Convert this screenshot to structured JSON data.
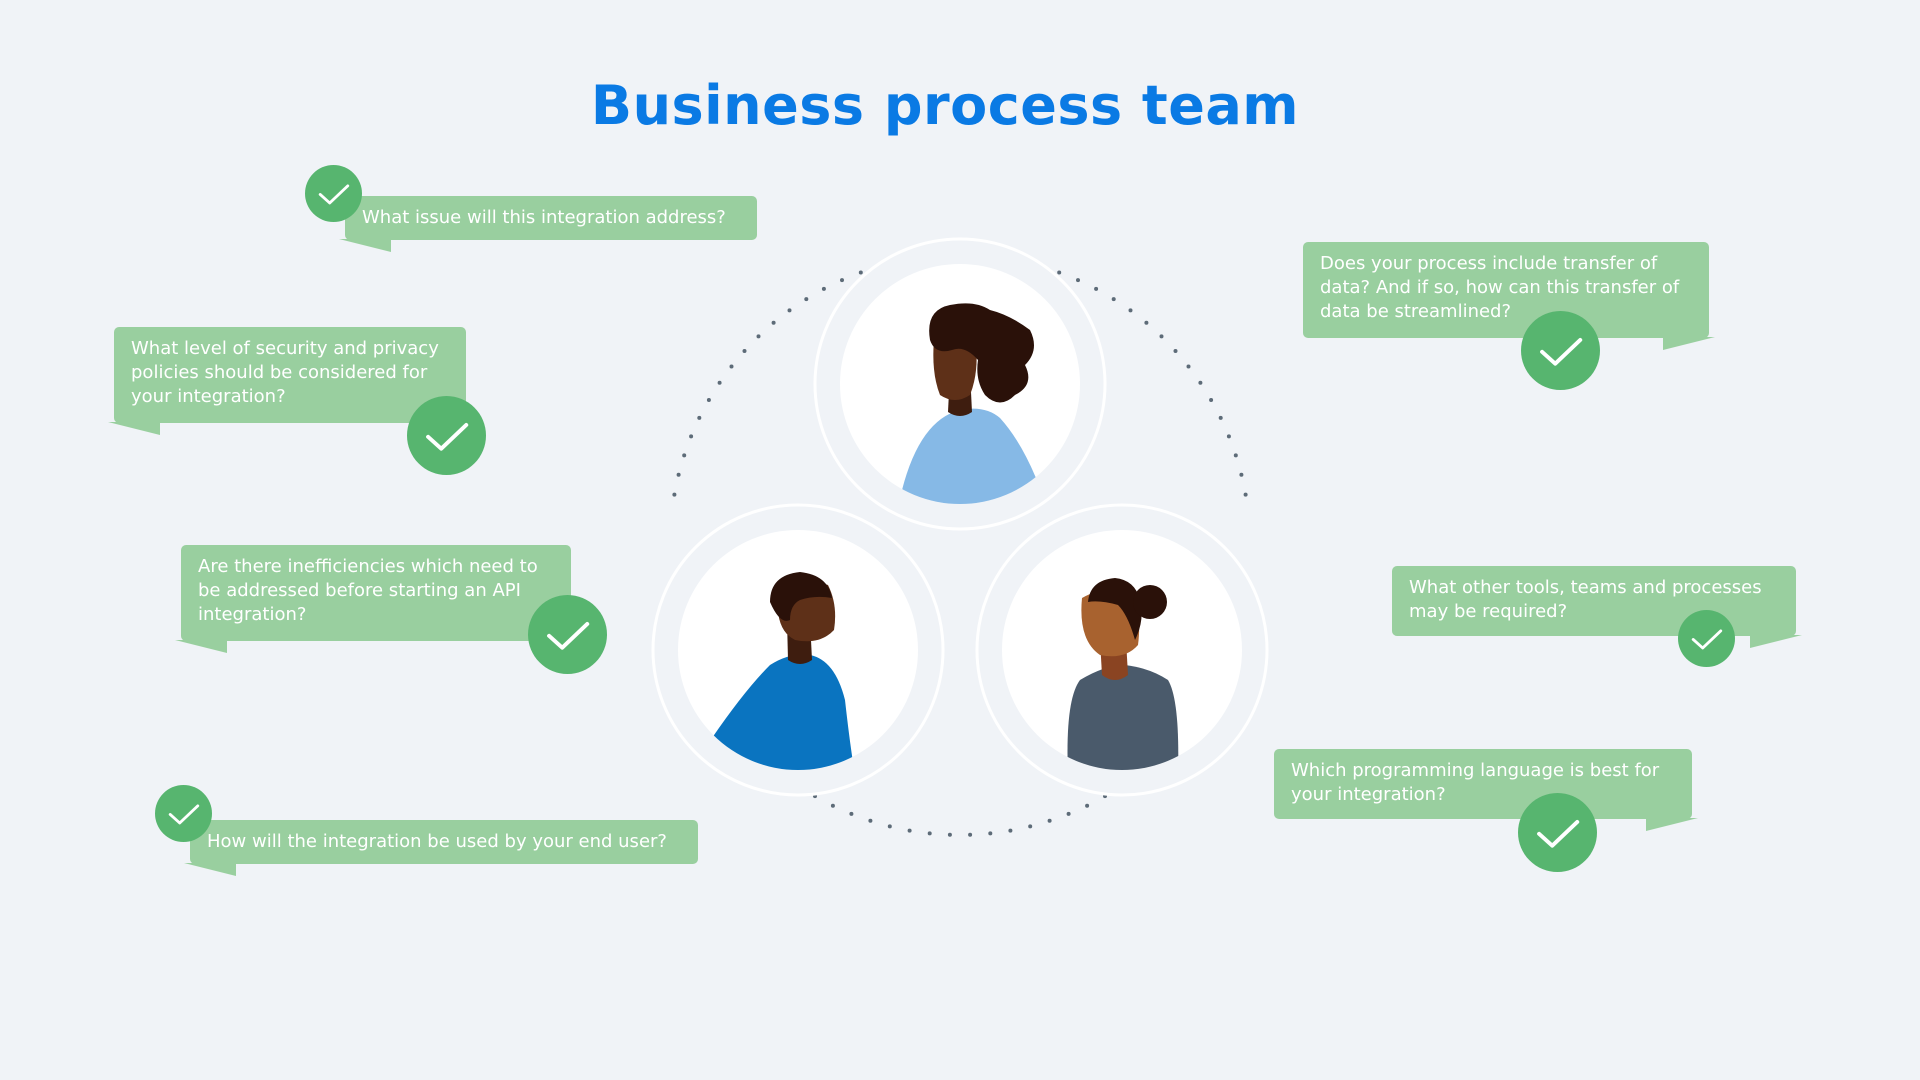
{
  "title": "Business process team",
  "colors": {
    "background": "#f0f3f7",
    "title": "#0a7ae4",
    "bubble": "#99cf9f",
    "check": "#57b56f",
    "dots": "#5d6b78"
  },
  "questions": [
    {
      "text": "What issue will this integration address?"
    },
    {
      "text": "What level of security and privacy policies should be considered for your integration?"
    },
    {
      "text": "Are there inefficiencies which need to be addressed before starting an API integration?"
    },
    {
      "text": "How will the integration be used by your end user?"
    },
    {
      "text": "Does your process include transfer of data? And if so, how can this transfer of data be streamlined?"
    },
    {
      "text": "What other tools, teams and processes may be required?"
    },
    {
      "text": "Which programming language is best for your integration?"
    }
  ],
  "people": [
    {
      "name": "person-top",
      "icon": "person-avatar-icon"
    },
    {
      "name": "person-bottom-left",
      "icon": "person-avatar-icon"
    },
    {
      "name": "person-bottom-right",
      "icon": "person-avatar-icon"
    }
  ]
}
